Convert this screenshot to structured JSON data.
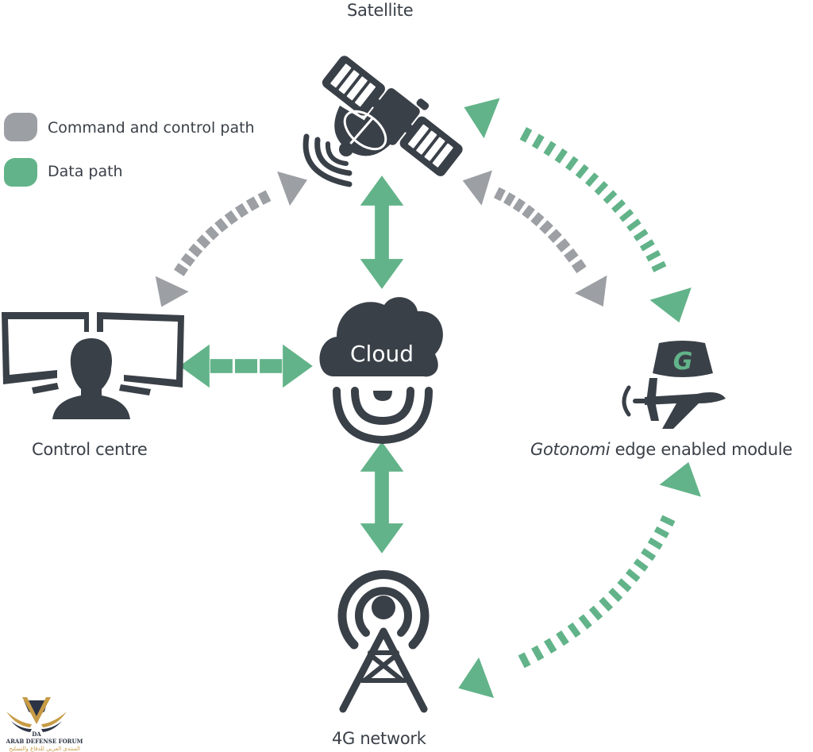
{
  "colors": {
    "icon": "#3a4048",
    "command_path": "#9c9fa4",
    "data_path": "#62b389",
    "background": "#ffffff",
    "logo_gold": "#c79b45",
    "logo_navy": "#2b3344"
  },
  "legend": [
    {
      "label": "Command and control path",
      "color_key": "command_path"
    },
    {
      "label": "Data path",
      "color_key": "data_path"
    }
  ],
  "nodes": {
    "satellite": {
      "label": "Satellite",
      "icon": "satellite-icon"
    },
    "control_centre": {
      "label": "Control centre",
      "icon": "operator-monitors-icon"
    },
    "cloud": {
      "label": "Cloud",
      "icon": "cloud-icon"
    },
    "network_4g": {
      "label": "4G network",
      "icon": "cell-tower-icon"
    },
    "module": {
      "label_italic": "Gotonomi",
      "label_rest": " edge enabled module",
      "icon": "drone-module-icon",
      "badge_letter": "G"
    }
  },
  "connections": [
    {
      "from": "control_centre",
      "to": "satellite",
      "type": "command_path"
    },
    {
      "from": "satellite",
      "to": "module",
      "type": "command_path"
    },
    {
      "from": "satellite",
      "to": "module",
      "type": "data_path"
    },
    {
      "from": "satellite",
      "to": "cloud",
      "type": "data_path"
    },
    {
      "from": "control_centre",
      "to": "cloud",
      "type": "data_path"
    },
    {
      "from": "cloud",
      "to": "network_4g",
      "type": "data_path"
    },
    {
      "from": "network_4g",
      "to": "module",
      "type": "data_path"
    }
  ],
  "watermark": {
    "monogram": "DA",
    "english": "ARAB DEFENSE FORUM",
    "arabic": "المنتدى العربي للدفاع والتسليح"
  }
}
